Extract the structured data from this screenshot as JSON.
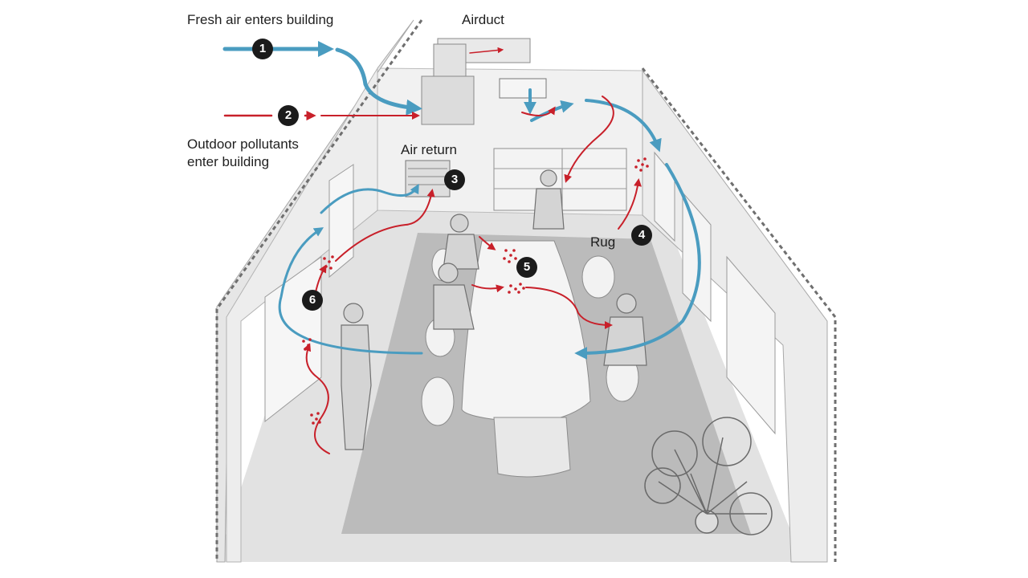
{
  "labels": {
    "fresh_air": "Fresh air enters building",
    "airduct": "Airduct",
    "outdoor_pollutants_line1": "Outdoor pollutants",
    "outdoor_pollutants_line2": "enter building",
    "air_return": "Air return",
    "rug": "Rug"
  },
  "badges": [
    "1",
    "2",
    "3",
    "4",
    "5",
    "6"
  ],
  "colors": {
    "fresh_air_arrow": "#4a9cc0",
    "pollutant_arrow": "#c8202a",
    "badge_fill": "#1b1b1b",
    "wall": "#ececec",
    "floor": "#dcdcdc",
    "rug": "#a9a9a9"
  }
}
